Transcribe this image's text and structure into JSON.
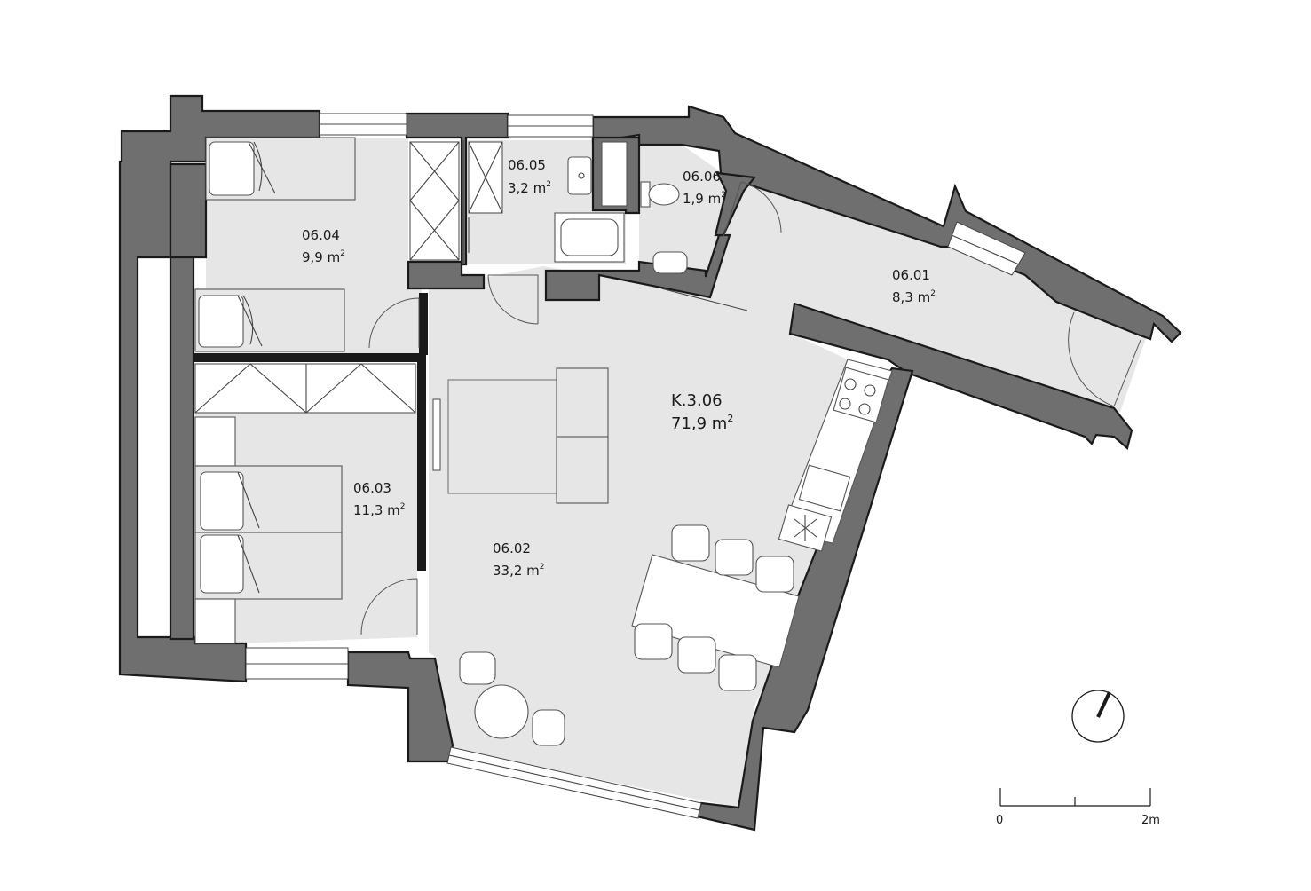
{
  "apartment": {
    "name": "K.3.06",
    "area": "71,9 m",
    "area_sup": "2"
  },
  "rooms": [
    {
      "id": "06.01",
      "area": "8,3 m",
      "sup": "2"
    },
    {
      "id": "06.02",
      "area": "33,2 m",
      "sup": "2"
    },
    {
      "id": "06.03",
      "area": "11,3 m",
      "sup": "2"
    },
    {
      "id": "06.04",
      "area": "9,9 m",
      "sup": "2"
    },
    {
      "id": "06.05",
      "area": "3,2 m",
      "sup": "2"
    },
    {
      "id": "06.06",
      "area": "1,9 m",
      "sup": "2"
    }
  ],
  "scale_bar": {
    "start_label": "0",
    "end_label": "2m"
  },
  "colors": {
    "wall": "#6f6f70",
    "floor": "#e6e6e6",
    "outline": "#1a1a1a"
  }
}
